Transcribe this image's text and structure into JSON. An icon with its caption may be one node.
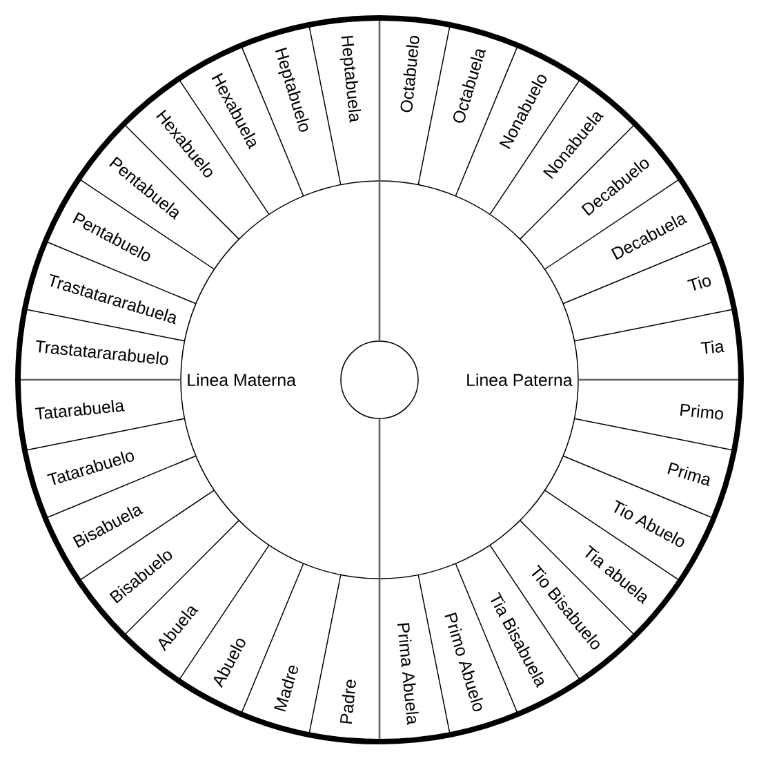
{
  "diagram": {
    "nodes": [
      {
        "text": [
          "Linea Materna"
        ]
      },
      {
        "text": [
          "Linea Paterna"
        ]
      },
      {
        "text": [
          "Octabuelo"
        ]
      },
      {
        "text": [
          "Octabuela"
        ]
      },
      {
        "text": [
          "Nonabuelo"
        ]
      },
      {
        "text": [
          "Nonabuela"
        ]
      },
      {
        "text": [
          "Decabuelo"
        ]
      },
      {
        "text": [
          "Decabuela"
        ]
      },
      {
        "text": [
          "Tio"
        ]
      },
      {
        "text": [
          "Tia"
        ]
      },
      {
        "text": [
          "Primo"
        ]
      },
      {
        "text": [
          "Prima"
        ]
      },
      {
        "text": [
          "Tio Abuelo"
        ]
      },
      {
        "text": [
          "Tia abuela"
        ]
      },
      {
        "text": [
          "Tio Bisabuelo"
        ]
      },
      {
        "text": [
          "Tia Bisabuela"
        ]
      },
      {
        "text": [
          "Primo Abuelo"
        ]
      },
      {
        "text": [
          "Prima Abuela"
        ]
      },
      {
        "text": [
          "Padre"
        ]
      },
      {
        "text": [
          "Madre"
        ]
      },
      {
        "text": [
          "Abuelo"
        ]
      },
      {
        "text": [
          "Abuela"
        ]
      },
      {
        "text": [
          "Bisabuelo"
        ]
      },
      {
        "text": [
          "Bisabuela"
        ]
      },
      {
        "text": [
          "Tatarabuelo"
        ]
      },
      {
        "text": [
          "Tatarabuela"
        ]
      },
      {
        "text": [
          "Trastatararabuelo"
        ]
      },
      {
        "text": [
          "Trastatararabuela"
        ]
      },
      {
        "text": [
          "Pentabuelo"
        ]
      },
      {
        "text": [
          "Pentabuela"
        ]
      },
      {
        "text": [
          "Hexabuelo"
        ]
      },
      {
        "text": [
          "Hexabuela"
        ]
      },
      {
        "text": [
          "Heptabuelo"
        ]
      },
      {
        "text": [
          "Heptabuela"
        ]
      }
    ]
  }
}
